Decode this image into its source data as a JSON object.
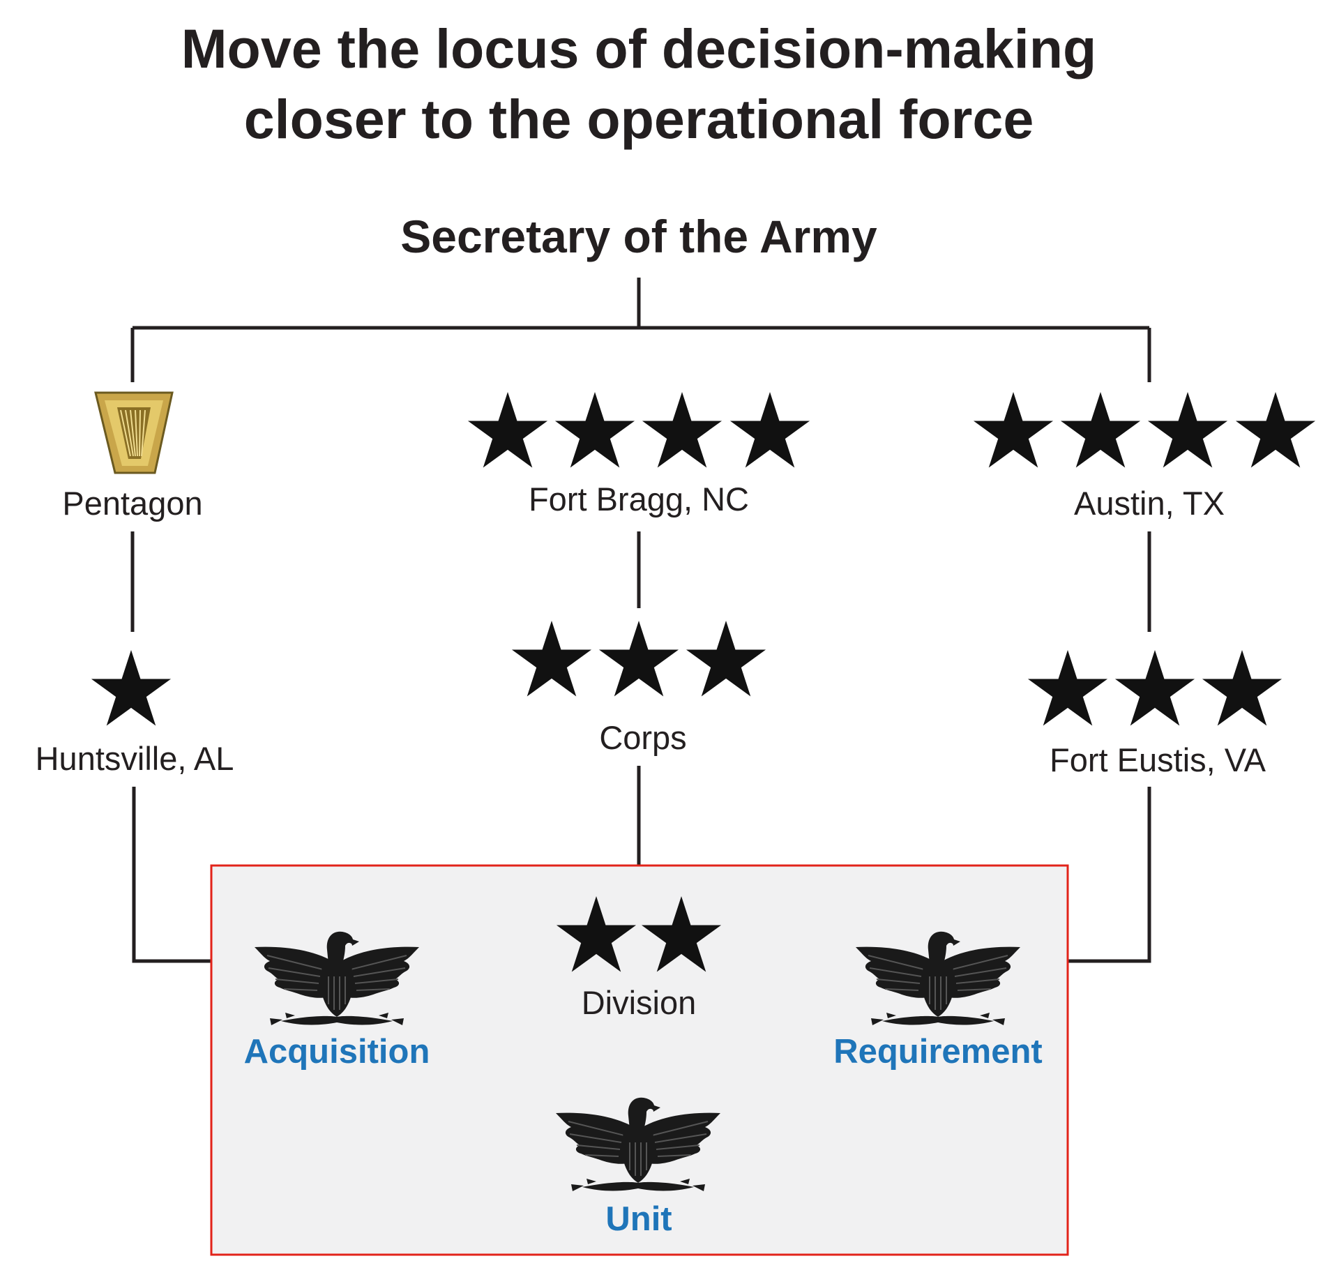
{
  "title": {
    "line1": "Move the locus of decision-making",
    "line2": "closer to the operational force"
  },
  "top": {
    "label": "Secretary of the Army"
  },
  "columns": {
    "left": {
      "top_icon": "keystone-insignia-icon",
      "top_label": "Pentagon",
      "mid_stars": 1,
      "mid_label": "Huntsville, AL"
    },
    "center": {
      "top_stars": 4,
      "top_label": "Fort Bragg, NC",
      "mid_stars": 3,
      "mid_label": "Corps",
      "low_stars": 2,
      "low_label": "Division"
    },
    "right": {
      "top_stars": 4,
      "top_label": "Austin, TX",
      "mid_stars": 3,
      "mid_label": "Fort Eustis, VA"
    }
  },
  "highlight_box": {
    "acquisition": "Acquisition",
    "requirement": "Requirement",
    "unit": "Unit",
    "eagle_icon": "colonel-eagle-icon"
  },
  "colors": {
    "text": "#231f20",
    "accent_blue": "#1f75b9",
    "box_border": "#e2231a",
    "box_fill": "#f1f1f2",
    "keystone_gold": "#d4b347"
  }
}
